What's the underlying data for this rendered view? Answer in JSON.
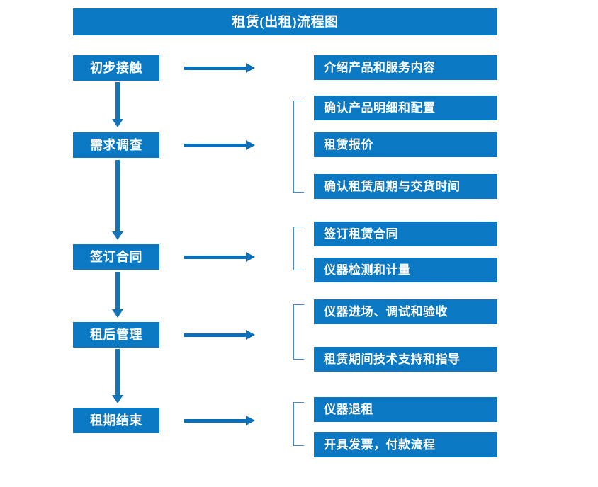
{
  "title": "租赁(出租)流程图",
  "theme": {
    "box_fill": "#0a78c2",
    "box_text": "#ffffff",
    "arrow_color": "#0a6fbb",
    "vertical_arrow_color": "#1573b8",
    "bracket_color": "#4a87c4",
    "background": "#ffffff"
  },
  "stages": [
    {
      "label": "初步接触"
    },
    {
      "label": "需求调查"
    },
    {
      "label": "签订合同"
    },
    {
      "label": "租后管理"
    },
    {
      "label": "租期结束"
    }
  ],
  "details": [
    {
      "label": "介绍产品和服务内容"
    },
    {
      "label": "确认产品明细和配置"
    },
    {
      "label": "租赁报价"
    },
    {
      "label": "确认租赁周期与交货时间"
    },
    {
      "label": "签订租赁合同"
    },
    {
      "label": "仪器检测和计量"
    },
    {
      "label": "仪器进场、调试和验收"
    },
    {
      "label": "租赁期间技术支持和指导"
    },
    {
      "label": "仪器退租"
    },
    {
      "label": "开具发票，付款流程"
    }
  ],
  "chart_data": {
    "type": "diagram",
    "title": "租赁(出租)流程图",
    "diagram_kind": "flowchart",
    "orientation": "vertical-with-right-branches",
    "nodes": [
      {
        "id": "s1",
        "label": "初步接触",
        "column": "left",
        "order": 1
      },
      {
        "id": "s2",
        "label": "需求调查",
        "column": "left",
        "order": 2
      },
      {
        "id": "s3",
        "label": "签订合同",
        "column": "left",
        "order": 3
      },
      {
        "id": "s4",
        "label": "租后管理",
        "column": "left",
        "order": 4
      },
      {
        "id": "s5",
        "label": "租期结束",
        "column": "left",
        "order": 5
      },
      {
        "id": "d1",
        "label": "介绍产品和服务内容",
        "column": "right",
        "parent": "s1"
      },
      {
        "id": "d2",
        "label": "确认产品明细和配置",
        "column": "right",
        "parent": "s2"
      },
      {
        "id": "d3",
        "label": "租赁报价",
        "column": "right",
        "parent": "s2"
      },
      {
        "id": "d4",
        "label": "确认租赁周期与交货时间",
        "column": "right",
        "parent": "s2"
      },
      {
        "id": "d5",
        "label": "签订租赁合同",
        "column": "right",
        "parent": "s3"
      },
      {
        "id": "d6",
        "label": "仪器检测和计量",
        "column": "right",
        "parent": "s3"
      },
      {
        "id": "d7",
        "label": "仪器进场、调试和验收",
        "column": "right",
        "parent": "s4"
      },
      {
        "id": "d8",
        "label": "租赁期间技术支持和指导",
        "column": "right",
        "parent": "s4"
      },
      {
        "id": "d9",
        "label": "仪器退租",
        "column": "right",
        "parent": "s5"
      },
      {
        "id": "d10",
        "label": "开具发票，付款流程",
        "column": "right",
        "parent": "s5"
      }
    ],
    "edges": [
      {
        "from": "s1",
        "to": "s2",
        "kind": "vertical-arrow"
      },
      {
        "from": "s2",
        "to": "s3",
        "kind": "vertical-arrow"
      },
      {
        "from": "s3",
        "to": "s4",
        "kind": "vertical-arrow"
      },
      {
        "from": "s4",
        "to": "s5",
        "kind": "vertical-arrow"
      },
      {
        "from": "s1",
        "to": "d1",
        "kind": "horizontal-arrow"
      },
      {
        "from": "s2",
        "to": "d2",
        "kind": "horizontal-arrow-bracket"
      },
      {
        "from": "s3",
        "to": "d5",
        "kind": "horizontal-arrow-bracket"
      },
      {
        "from": "s4",
        "to": "d7",
        "kind": "horizontal-arrow-bracket"
      },
      {
        "from": "s5",
        "to": "d9",
        "kind": "horizontal-arrow-bracket"
      }
    ],
    "brackets": [
      {
        "groups": [
          "d2",
          "d3",
          "d4"
        ]
      },
      {
        "groups": [
          "d5",
          "d6"
        ]
      },
      {
        "groups": [
          "d7",
          "d8"
        ]
      },
      {
        "groups": [
          "d9",
          "d10"
        ]
      }
    ]
  }
}
